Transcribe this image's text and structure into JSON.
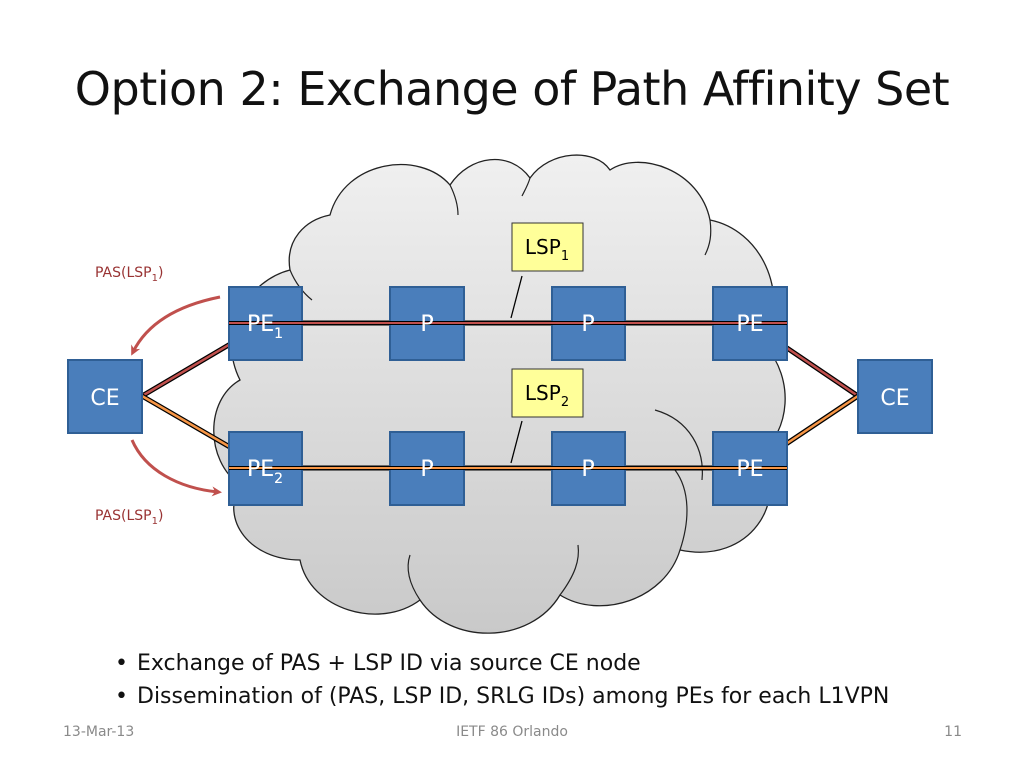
{
  "slide": {
    "title": "Option 2: Exchange of Path Affinity Set"
  },
  "diagram": {
    "ce_left": "CE",
    "ce_right": "CE",
    "pe1": {
      "base": "PE",
      "sub": "1"
    },
    "pe2": {
      "base": "PE",
      "sub": "2"
    },
    "p_top_1": "P",
    "p_top_2": "P",
    "pe_top_right": "PE",
    "p_bot_1": "P",
    "p_bot_2": "P",
    "pe_bot_right": "PE",
    "lsp1": {
      "base": "LSP",
      "sub": "1"
    },
    "lsp2": {
      "base": "LSP",
      "sub": "2"
    },
    "pas_top": {
      "prefix": "PAS(LSP",
      "sub": "1",
      "suffix": ")"
    },
    "pas_bottom": {
      "prefix": "PAS(LSP",
      "sub": "1",
      "suffix": ")"
    }
  },
  "bullets": [
    "Exchange of PAS + LSP ID via source CE node",
    "Dissemination of (PAS, LSP ID, SRLG IDs) among PEs for each L1VPN"
  ],
  "footer": {
    "date": "13-Mar-13",
    "event": "IETF 86 Orlando",
    "page": "11"
  },
  "colors": {
    "node_fill": "#4a7ebb",
    "node_stroke": "#2f5f95",
    "lsp_label_fill": "#ffff99",
    "pas_text": "#993333",
    "arrow": "#c0504d",
    "path_red": "#c0504d",
    "path_orange": "#f79646"
  }
}
